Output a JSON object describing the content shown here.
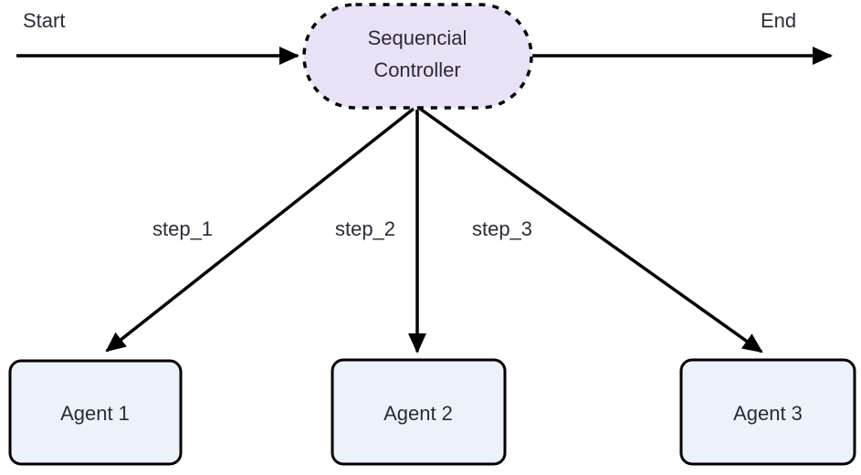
{
  "diagram": {
    "title": "sequential-controller-flowchart",
    "start_label": "Start",
    "end_label": "End",
    "controller": {
      "label_line1": "Sequencial",
      "label_line2": "Controller"
    },
    "edges": [
      {
        "label": "step_1",
        "from": "Sequencial Controller",
        "to": "Agent 1"
      },
      {
        "label": "step_2",
        "from": "Sequencial Controller",
        "to": "Agent 2"
      },
      {
        "label": "step_3",
        "from": "Sequencial Controller",
        "to": "Agent 3"
      }
    ],
    "agents": [
      {
        "label": "Agent 1"
      },
      {
        "label": "Agent 2"
      },
      {
        "label": "Agent 3"
      }
    ],
    "colors": {
      "controller_fill": "#e9e2f7",
      "agent_fill": "#ecf2fb",
      "node_border": "#000000",
      "line": "#000000",
      "text": "#2b2b35",
      "background": "#ffffff"
    }
  }
}
